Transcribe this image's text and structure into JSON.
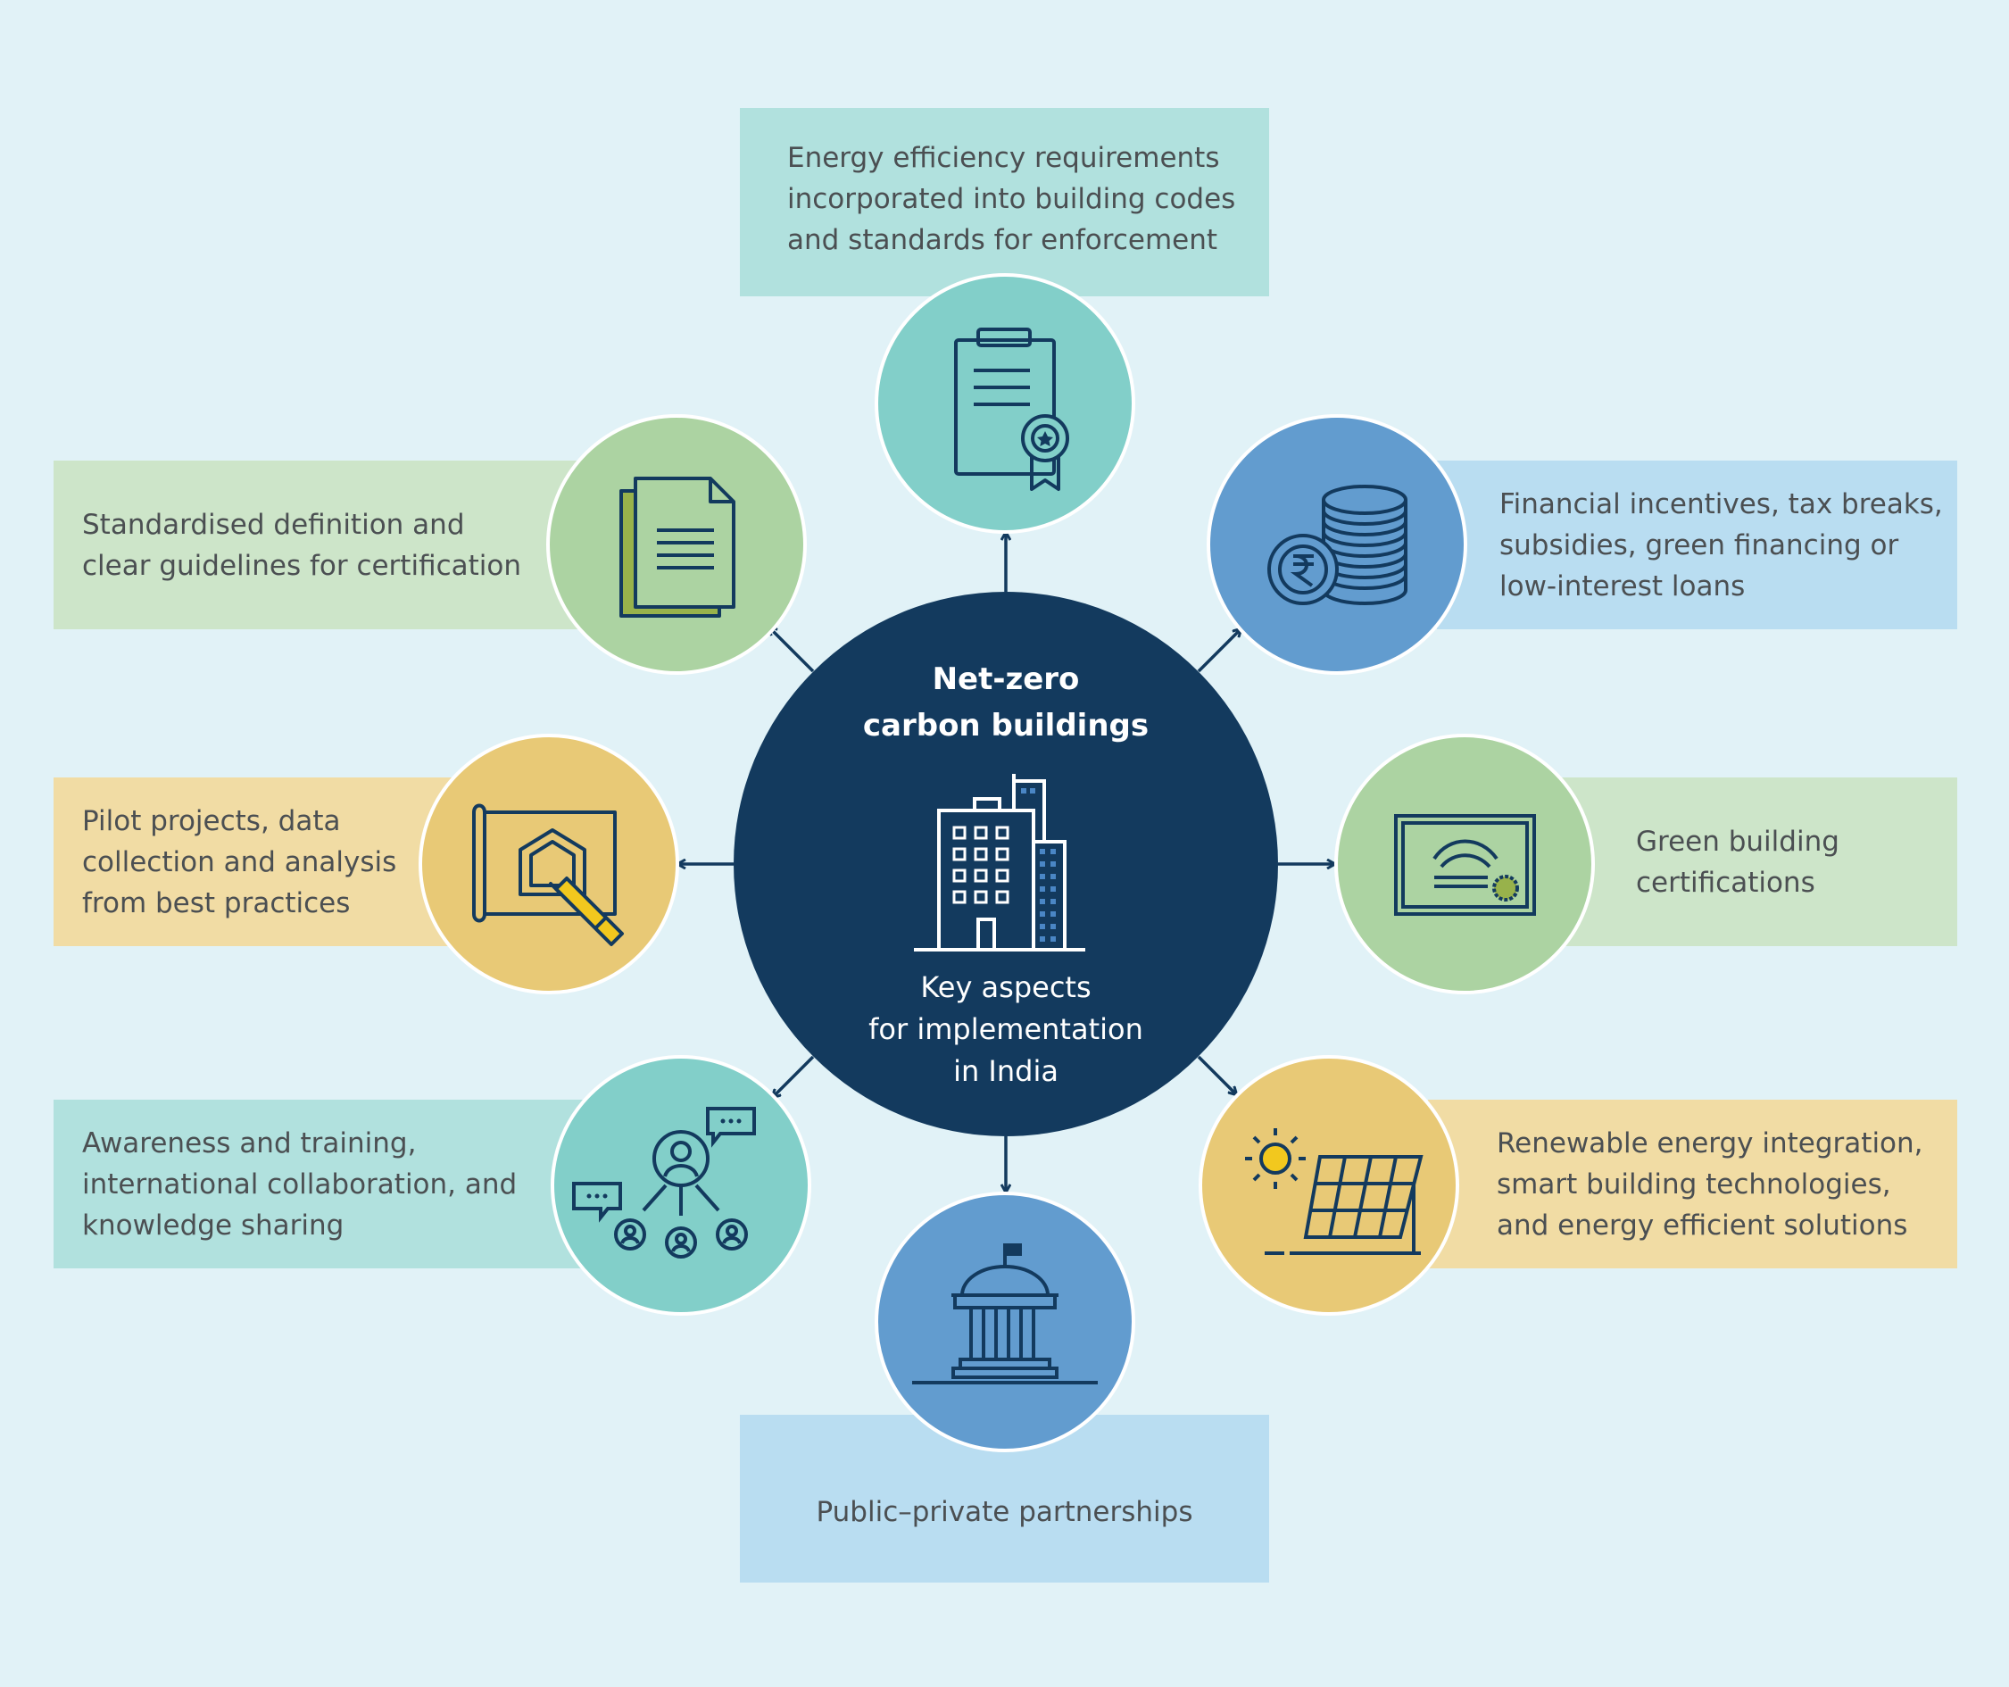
{
  "center": {
    "title_line1": "Net-zero",
    "title_line2": "carbon buildings",
    "subtitle": "Key aspects\nfor implementation\nin India",
    "icon": "office-building-icon"
  },
  "aspects": {
    "top": {
      "text": "Energy efficiency requirements\nincorporated into building codes\nand standards for enforcement",
      "icon": "clipboard-certificate-icon"
    },
    "top_right": {
      "text": "Financial incentives, tax breaks,\nsubsidies, green financing or\nlow-interest loans",
      "icon": "rupee-coins-icon"
    },
    "right": {
      "text": "Green building\ncertifications",
      "icon": "certificate-frame-icon"
    },
    "bottom_right": {
      "text": "Renewable energy integration,\nsmart building technologies,\nand energy efficient solutions",
      "icon": "sun-solar-panel-icon"
    },
    "bottom": {
      "text": "Public–private partnerships",
      "icon": "government-building-icon"
    },
    "bottom_left": {
      "text": "Awareness and training,\ninternational collaboration, and\nknowledge sharing",
      "icon": "people-network-icon"
    },
    "left": {
      "text": "Pilot projects, data\ncollection and analysis\nfrom best practices",
      "icon": "blueprint-pencil-icon"
    },
    "top_left": {
      "text": "Standardised definition and\nclear guidelines for certification",
      "icon": "documents-icon"
    }
  },
  "colors": {
    "background": "#e1f2f7",
    "center": "#133a5e",
    "teal_circle": "#82cfc9",
    "teal_box": "#b1e1de",
    "blue_circle": "#629ccf",
    "blue_box": "#b9ddf1",
    "green_circle": "#acd3a2",
    "green_box": "#cde5c9",
    "yellow_circle": "#e8c976",
    "yellow_box": "#f1dca4",
    "icon_stroke": "#133a5e",
    "accent_yellow": "#f2c81e",
    "accent_olive": "#98b24b"
  }
}
